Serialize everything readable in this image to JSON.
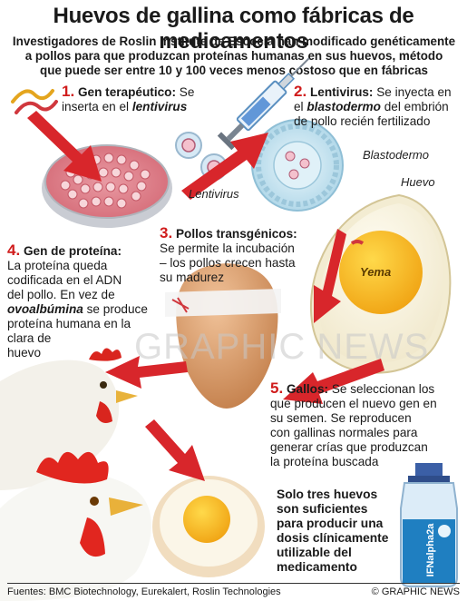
{
  "title": "Huevos de gallina como fábricas de medicamentos",
  "subtitle": [
    "Investigadores de Roslin Institute de Escocia han modificado genéticamente",
    "a pollos para que produzcan proteínas humanas en sus huevos, método",
    "que puede ser entre 10 y 100 veces menos costoso que en fábricas"
  ],
  "steps": {
    "s1": {
      "num": "1.",
      "head": "Gen terapéutico:",
      "text1": " Se",
      "text2": "inserta en el ",
      "em": "lentivirus"
    },
    "s2": {
      "num": "2.",
      "head": "Lentivirus:",
      "text1": " Se inyecta en",
      "text2a": "el ",
      "em": "blastodermo",
      "text2b": " del embrión",
      "text3": "de pollo recién fertilizado"
    },
    "s3": {
      "num": "3.",
      "head": "Pollos transgénicos:",
      "lines": [
        "Se permite la incubación",
        "– los pollos crecen hasta",
        "su madurez"
      ]
    },
    "s4": {
      "num": "4.",
      "head": "Gen de proteína:",
      "lines": [
        "La proteína queda",
        "codificada en el ADN",
        "del pollo. En vez de"
      ],
      "em": "ovoalbúmina",
      "after": " se produce",
      "lines2": [
        "proteína humana en la",
        "clara de",
        "huevo"
      ]
    },
    "s5": {
      "num": "5.",
      "head": "Gallos:",
      "text1": " Se seleccionan los",
      "lines": [
        "que producen el nuevo gen en",
        "su semen. Se reproducen",
        "con gallinas normales para",
        "generar crías que produzcan",
        "la proteína buscada"
      ]
    }
  },
  "result": [
    "Solo tres huevos",
    "son suficientes",
    "para producir una",
    "dosis clínicamente",
    "utilizable del",
    "medicamento"
  ],
  "labels": {
    "lentivirus": "Lentivirus",
    "blastodermo": "Blastodermo",
    "huevo": "Huevo",
    "yema": "Yema",
    "vial": "IFNalpha2a",
    "watermark": "GRAPHIC NEWS"
  },
  "footer": {
    "sources": "Fuentes: BMC Biotechnology, Eurekalert, Roslin Technologies",
    "credit": "© GRAPHIC NEWS"
  },
  "colors": {
    "accent": "#d01c1c",
    "arrow": "#d8262b"
  }
}
